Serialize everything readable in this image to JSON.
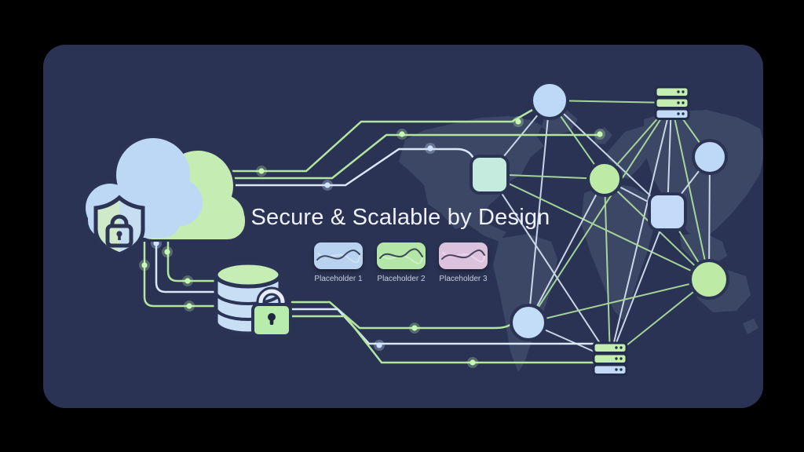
{
  "title": "Secure & Scalable by Design",
  "placeholders": [
    {
      "label": "Placeholder 1"
    },
    {
      "label": "Placeholder 2"
    },
    {
      "label": "Placeholder 3"
    }
  ],
  "icons": [
    "cloud-icon",
    "shield-lock-icon",
    "database-icon",
    "padlock-icon",
    "server-stack-icon",
    "world-map-silhouette",
    "network-node-circle",
    "network-node-square",
    "glow-dot"
  ],
  "colors": {
    "background": "#000000",
    "panel": "#2a3353",
    "map_silhouette": "#4e5b7a",
    "node_blue": "#bed9f7",
    "node_green": "#bdeba6",
    "node_teal": "#c5ebdf",
    "card_blue": "#b9d2ef",
    "card_green": "#b4e7a7",
    "card_pink": "#ddc2dd",
    "trace_green": "#b2e5a0",
    "trace_blue": "#d9e7f6",
    "glow_green": "#c9f7b4",
    "glow_blue": "#cfe3ff",
    "outline_navy": "#2b3454",
    "title_text": "#eef2f8",
    "label_text": "#c6cedd"
  }
}
